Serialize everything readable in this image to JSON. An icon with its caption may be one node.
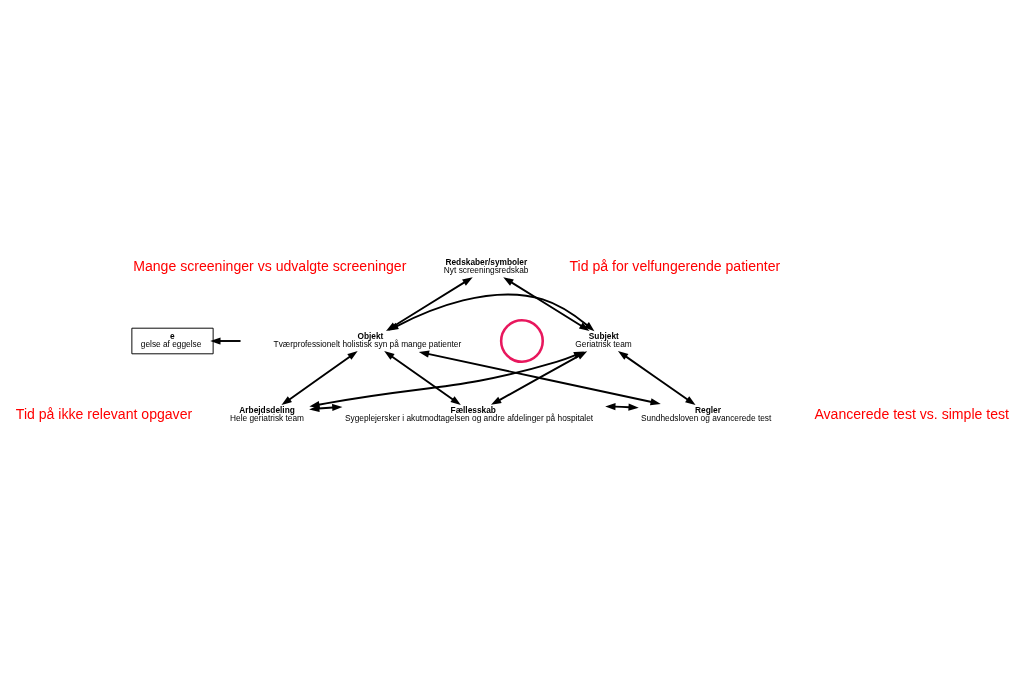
{
  "diagram": {
    "nodes": [
      {
        "text": [
          "e",
          "gelse af eggelse"
        ]
      },
      {
        "text": [
          "Redskaber/symboler",
          "Nyt screeningsredskab"
        ]
      },
      {
        "text": [
          "Objekt",
          "Tværprofessionelt holistisk syn på mange patienter"
        ]
      },
      {
        "text": [
          "Subjekt",
          "Geriatrisk team"
        ]
      },
      {
        "text": [
          "Arbejdsdeling",
          "Hele geriatrisk team"
        ]
      },
      {
        "text": [
          "Fællesskab",
          "Sygeplejersker i akutmodtagelsen og andre afdelinger på hospitalet"
        ]
      },
      {
        "text": [
          "Regler",
          "Sundhedsloven og avancerede test"
        ]
      },
      {
        "text": [],
        "shape": "circle"
      }
    ],
    "edges": [
      {
        "from": 1,
        "to": 2,
        "arrow": "both"
      },
      {
        "from": 1,
        "to": 3,
        "arrow": "both"
      },
      {
        "from": 2,
        "to": 3,
        "arrow": "both"
      },
      {
        "from": 2,
        "to": 4,
        "arrow": "both"
      },
      {
        "from": 2,
        "to": 5,
        "arrow": "both"
      },
      {
        "from": 2,
        "to": 6,
        "arrow": "both"
      },
      {
        "from": 3,
        "to": 4,
        "arrow": "both"
      },
      {
        "from": 3,
        "to": 5,
        "arrow": "both"
      },
      {
        "from": 3,
        "to": 6,
        "arrow": "both"
      },
      {
        "from": 4,
        "to": 5,
        "arrow": "both"
      },
      {
        "from": 5,
        "to": 6,
        "arrow": "both"
      },
      {
        "from": null,
        "to": 0,
        "arrow": "to"
      }
    ],
    "labels": [
      "Mange screeninger vs udvalgte screeninger",
      "Tid på for velfungerende patienter",
      "Tid på ikke relevant opgaver",
      "Avancerede test vs. simple test"
    ]
  }
}
